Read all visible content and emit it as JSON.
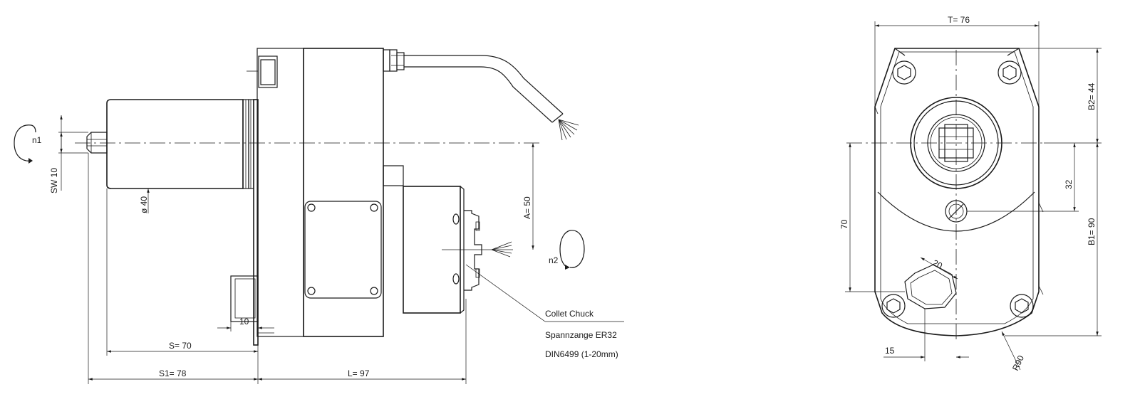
{
  "side_view": {
    "label_n1": "n1",
    "label_sw": "SW 10",
    "label_dia": "ø 40",
    "label_a": "A= 50",
    "label_n2": "n2",
    "label_10": "10",
    "label_s": "S= 70",
    "label_s1": "S1=  78",
    "label_l": "L= 97",
    "note_line1": "Collet Chuck",
    "note_line2": "Spannzange ER32",
    "note_line3": "DIN6499 (1-20mm)"
  },
  "front_view": {
    "label_t": "T= 76",
    "label_b2": "B2= 44",
    "label_32": "32",
    "label_b1": "B1= 90",
    "label_70": "70",
    "label_20": "20",
    "label_15": "15",
    "label_r90": "R90"
  }
}
